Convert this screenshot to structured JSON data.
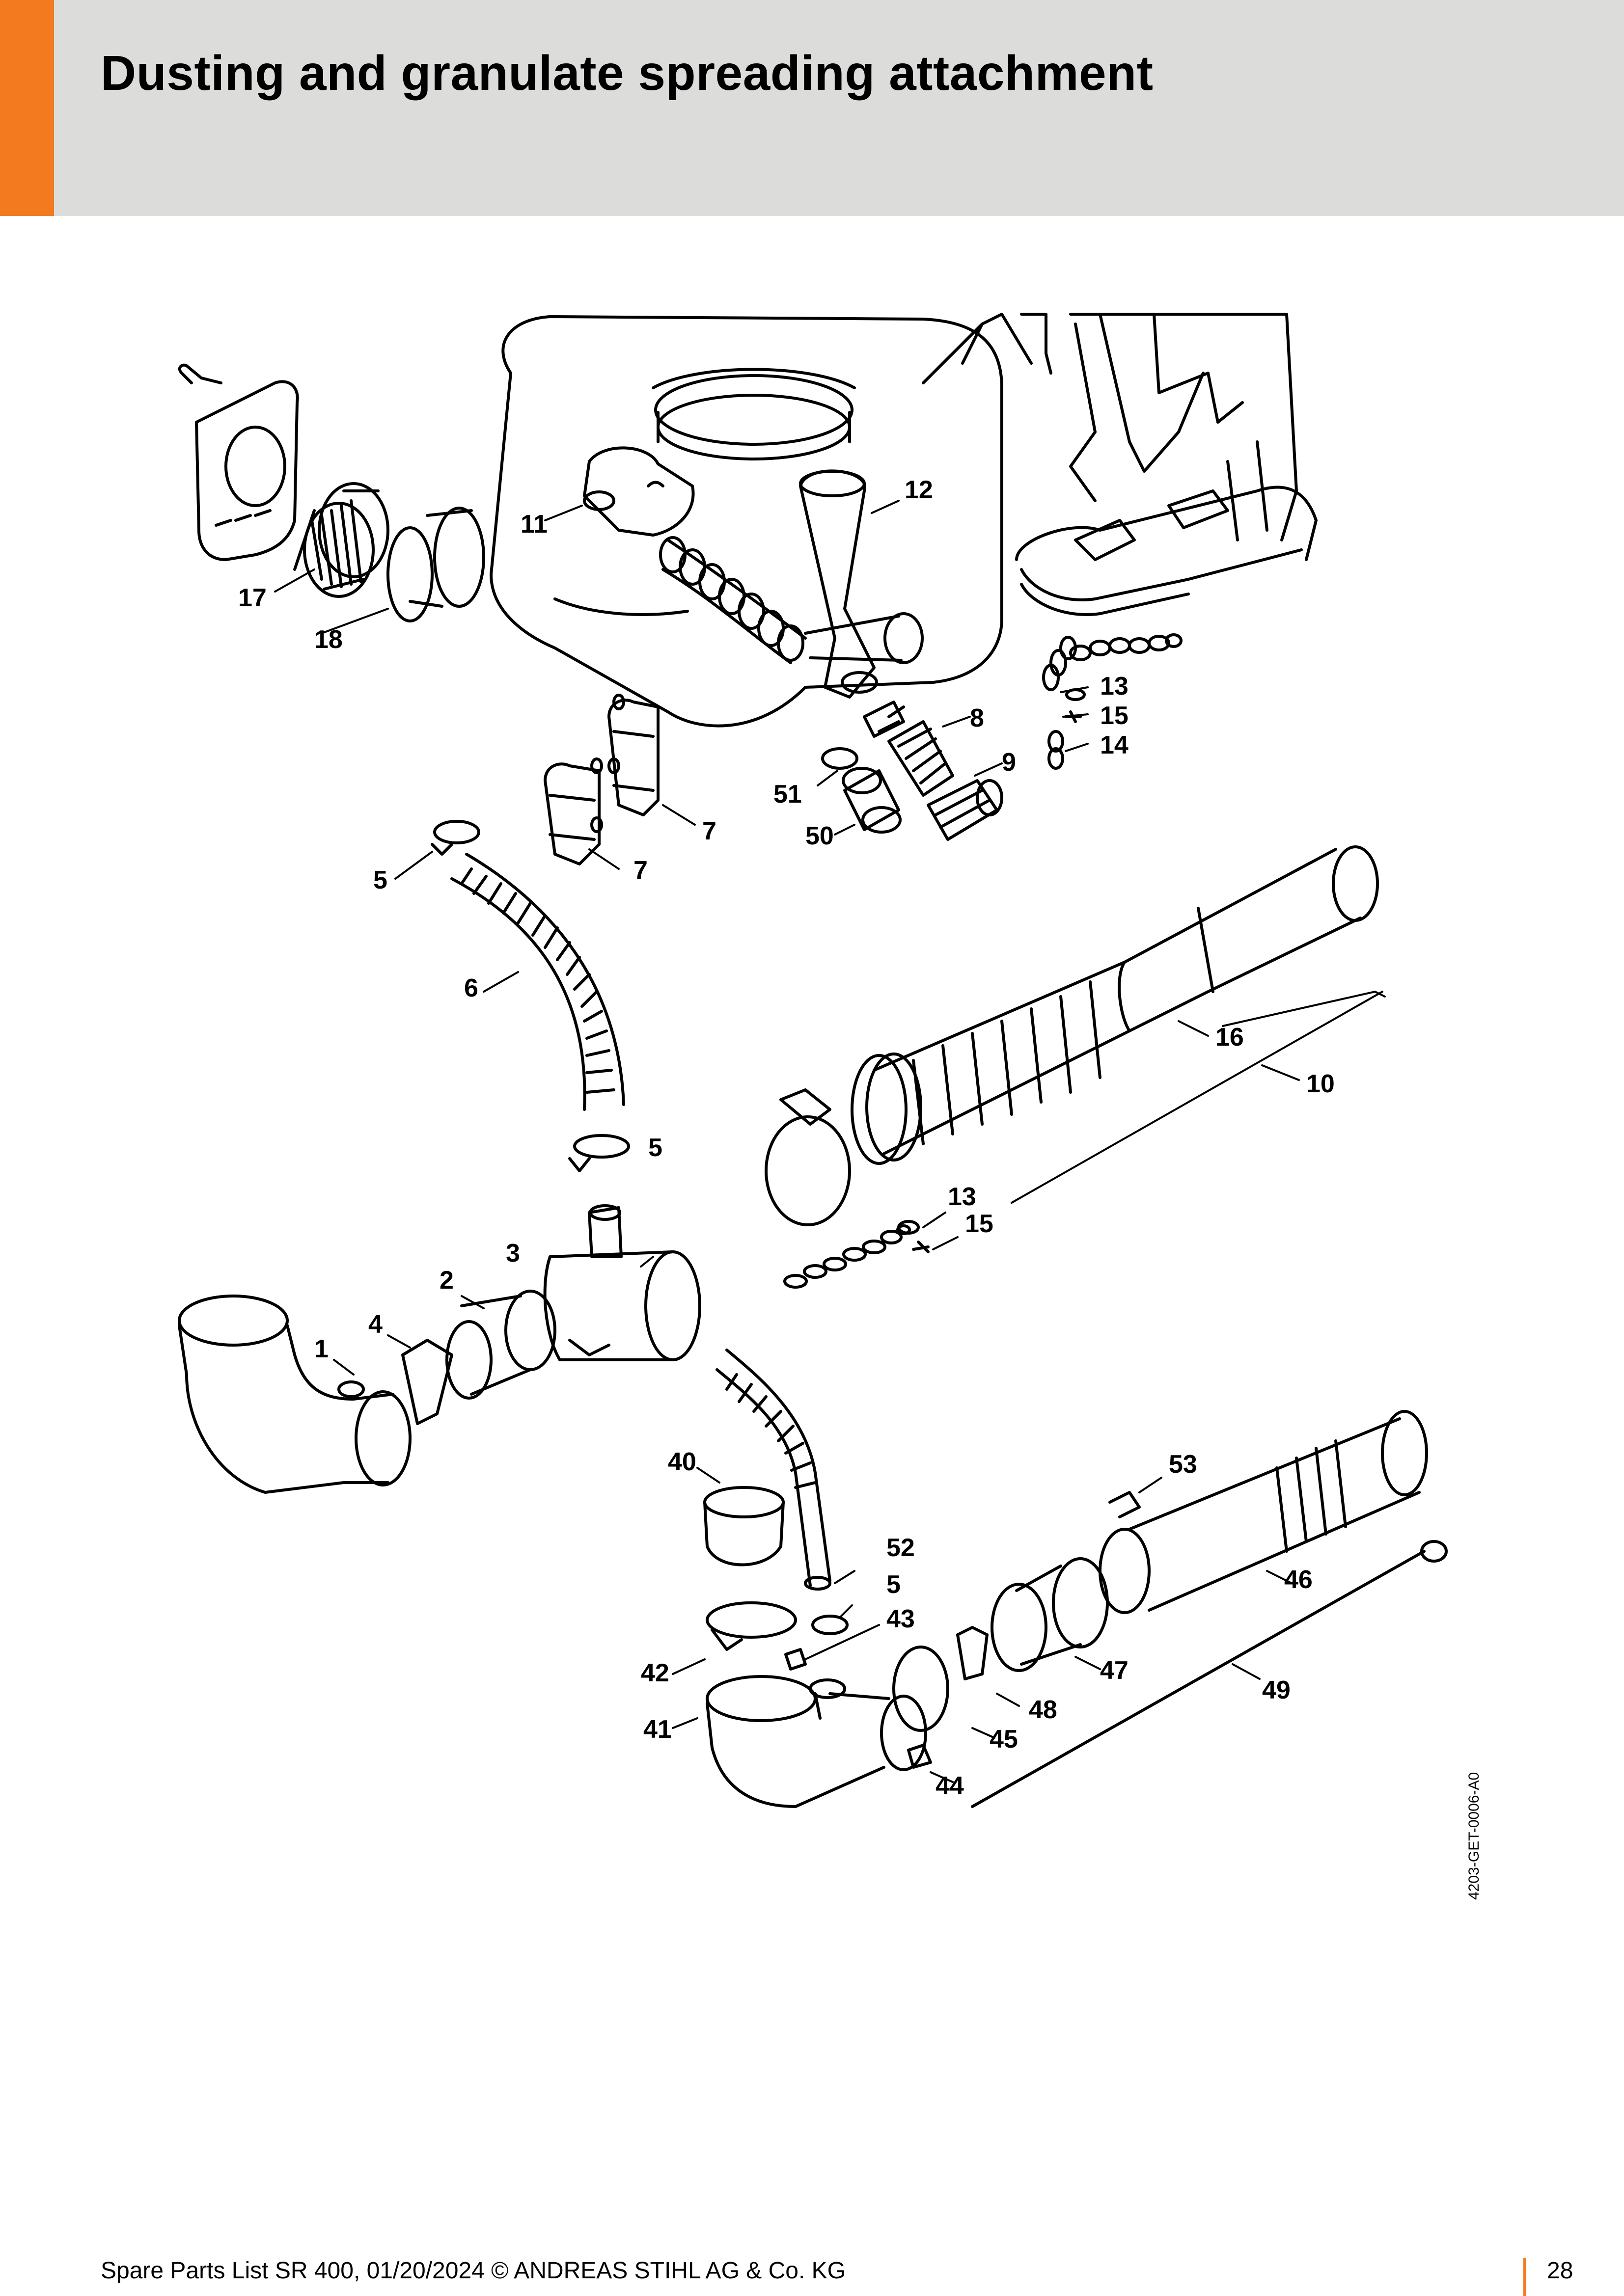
{
  "page": {
    "title": "Dusting and granulate spreading attachment",
    "footer": "Spare Parts List SR 400, 01/20/2024 © ANDREAS STIHL AG & Co. KG",
    "page_number": "28",
    "drawing_code": "4203-GET-0006-A0"
  },
  "colors": {
    "accent": "#f37a1f",
    "header_bg": "#dcdcdb"
  },
  "callouts": [
    {
      "id": "11",
      "text": "11"
    },
    {
      "id": "12",
      "text": "12"
    },
    {
      "id": "17",
      "text": "17"
    },
    {
      "id": "18",
      "text": "18"
    },
    {
      "id": "13a",
      "text": "13"
    },
    {
      "id": "15a",
      "text": "15"
    },
    {
      "id": "14",
      "text": "14"
    },
    {
      "id": "8",
      "text": "8"
    },
    {
      "id": "9",
      "text": "9"
    },
    {
      "id": "51",
      "text": "51"
    },
    {
      "id": "50",
      "text": "50"
    },
    {
      "id": "7a",
      "text": "7"
    },
    {
      "id": "7b",
      "text": "7"
    },
    {
      "id": "5a",
      "text": "5"
    },
    {
      "id": "6",
      "text": "6"
    },
    {
      "id": "16",
      "text": "16"
    },
    {
      "id": "10",
      "text": "10"
    },
    {
      "id": "5b",
      "text": "5"
    },
    {
      "id": "13b",
      "text": "13"
    },
    {
      "id": "15b",
      "text": "15"
    },
    {
      "id": "3",
      "text": "3"
    },
    {
      "id": "2",
      "text": "2"
    },
    {
      "id": "4",
      "text": "4"
    },
    {
      "id": "1",
      "text": "1"
    },
    {
      "id": "40",
      "text": "40"
    },
    {
      "id": "53",
      "text": "53"
    },
    {
      "id": "52",
      "text": "52"
    },
    {
      "id": "5c",
      "text": "5"
    },
    {
      "id": "43",
      "text": "43"
    },
    {
      "id": "46",
      "text": "46"
    },
    {
      "id": "42",
      "text": "42"
    },
    {
      "id": "47",
      "text": "47"
    },
    {
      "id": "48",
      "text": "48"
    },
    {
      "id": "49",
      "text": "49"
    },
    {
      "id": "41",
      "text": "41"
    },
    {
      "id": "45",
      "text": "45"
    },
    {
      "id": "44",
      "text": "44"
    }
  ]
}
